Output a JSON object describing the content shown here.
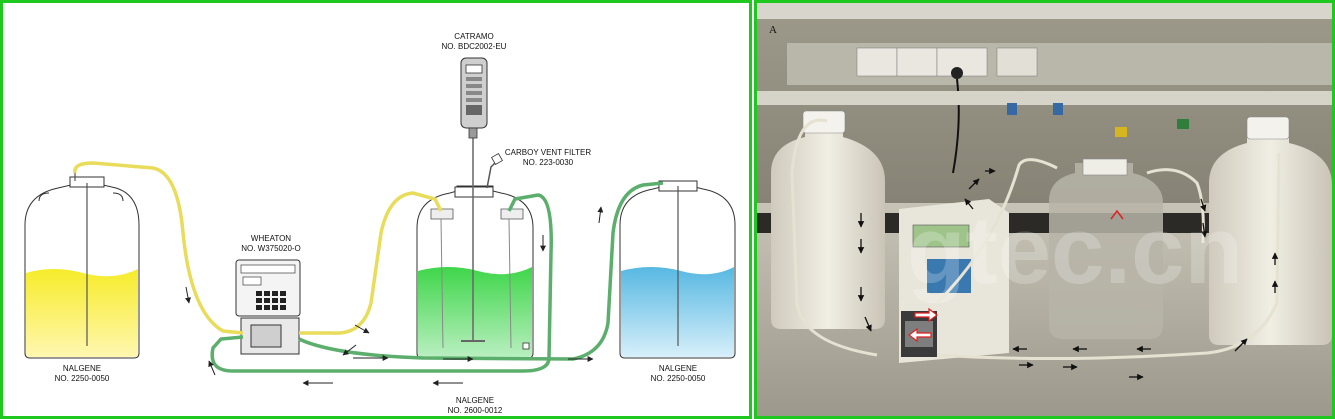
{
  "left_panel": {
    "labels": {
      "stirrer": [
        "CATRAMO",
        "NO. BDC2002-EU"
      ],
      "vent_filter": [
        "CARBOY VENT FILTER",
        "NO. 223-0030"
      ],
      "pump": [
        "WHEATON",
        "NO. W375020-O"
      ],
      "carboy_left": [
        "NALGENE",
        "NO. 2250-0050"
      ],
      "carboy_right": [
        "NALGENE",
        "NO. 2250-0050"
      ],
      "tubing": [
        "NALGENE",
        "NO. 2600-0012"
      ]
    }
  },
  "right_panel": {
    "panel_letter": "A",
    "watermark": "gtec.cn"
  },
  "colors": {
    "border": "#1fc81f",
    "yellow_liquid": "#f0e020",
    "green_liquid": "#3fd64a",
    "blue_liquid": "#64c2e6",
    "yellow_tube": "#e8dc5a",
    "green_tube": "#5cae6c"
  },
  "icons": [
    "stirrer-device-icon",
    "peristaltic-pump-icon",
    "carboy-icon",
    "flow-arrow-icon"
  ]
}
